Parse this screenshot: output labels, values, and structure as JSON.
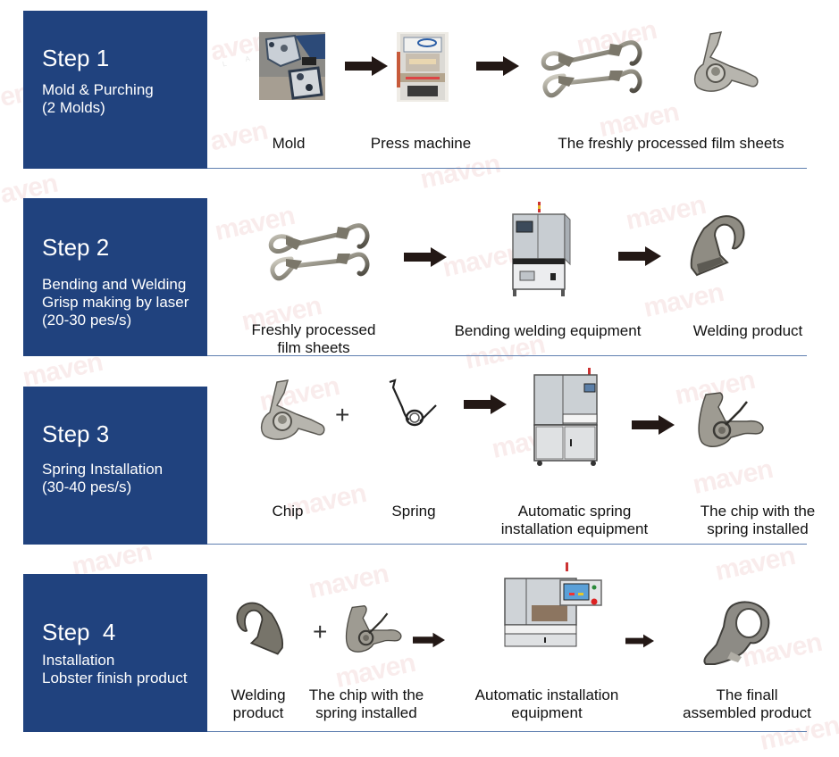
{
  "watermark": {
    "brand": "maven",
    "sub": "L A S E R"
  },
  "colors": {
    "step_box": "#20427e",
    "divider": "#5f7fb0",
    "arrow": "#231815"
  },
  "steps": [
    {
      "title": "Step 1",
      "description": "Mold & Purching\n(2 Molds)",
      "items": [
        {
          "icon": "mold-photo",
          "caption": "Mold"
        },
        {
          "icon": "press-machine-photo",
          "caption": "Press machine"
        },
        {
          "icon": "film-sheets-photo",
          "caption": "The freshly processed film sheets"
        }
      ]
    },
    {
      "title": "Step 2",
      "description": "Bending and Welding\nGrisp making by laser\n(20-30 pes/s)",
      "items": [
        {
          "icon": "film-sheets-photo",
          "caption": "Freshly processed\nfilm sheets"
        },
        {
          "icon": "bending-welding-machine-photo",
          "caption": "Bending welding equipment"
        },
        {
          "icon": "welding-product-photo",
          "caption": "Welding product"
        }
      ]
    },
    {
      "title": "Step 3",
      "description": "Spring Installation\n(30-40 pes/s)",
      "items": [
        {
          "icon": "chip-photo",
          "caption": "Chip"
        },
        {
          "icon": "spring-photo",
          "caption": "Spring"
        },
        {
          "icon": "spring-installation-machine-photo",
          "caption": "Automatic spring\ninstallation equipment"
        },
        {
          "icon": "chip-with-spring-photo",
          "caption": "The chip with the\nspring installed"
        }
      ]
    },
    {
      "title": "Step  4",
      "description": "Installation\nLobster finish product",
      "items": [
        {
          "icon": "welding-product-photo",
          "caption": "Welding\nproduct"
        },
        {
          "icon": "chip-with-spring-photo",
          "caption": "The chip with the\nspring installed"
        },
        {
          "icon": "installation-machine-photo",
          "caption": "Automatic installation\nequipment"
        },
        {
          "icon": "lobster-clasp-photo",
          "caption": "The finall\nassembled product"
        }
      ]
    }
  ],
  "symbols": {
    "plus": "+"
  }
}
